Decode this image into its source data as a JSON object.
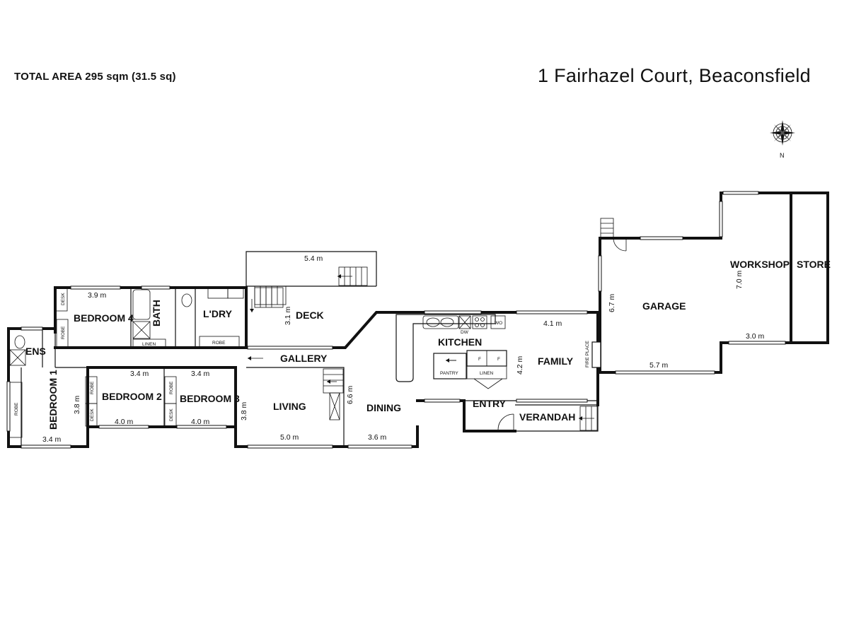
{
  "header": {
    "total_area": "TOTAL AREA 295 sqm (31.5 sq)",
    "address": "1 Fairhazel Court, Beaconsfield"
  },
  "compass": {
    "label": "N",
    "icon": "compass-rose-icon"
  },
  "rooms": {
    "bedroom4": "BEDROOM 4",
    "bath": "BATH",
    "ldry": "L'DRY",
    "deck": "DECK",
    "ens": "ENS",
    "bedroom1": "BEDROOM 1",
    "bedroom2": "BEDROOM 2",
    "bedroom3": "BEDROOM 3",
    "gallery": "GALLERY",
    "living": "LIVING",
    "dining": "DINING",
    "kitchen": "KITCHEN",
    "family": "FAMILY",
    "entry": "ENTRY",
    "verandah": "VERANDAH",
    "garage": "GARAGE",
    "workshop": "WORKSHOP",
    "store": "STORE"
  },
  "dimensions": {
    "deck_w": "5.4 m",
    "bedroom4_w": "3.9 m",
    "deck_h": "3.1 m",
    "bed2_top": "3.4 m",
    "bed3_top": "3.4 m",
    "bed1_h": "3.8 m",
    "bed1_w": "3.4 m",
    "bed2_w": "4.0 m",
    "bed3_w": "4.0 m",
    "living_h": "3.8 m",
    "living_w": "5.0 m",
    "dining_h": "6.6 m",
    "dining_w": "3.6 m",
    "kitchen_h": "4.2 m",
    "family_w": "4.1 m",
    "garage_h": "6.7 m",
    "garage_w": "5.7 m",
    "workshop_h": "7.0 m",
    "workshop_w": "3.0 m"
  },
  "labels": {
    "desk": "DESK",
    "robe": "ROBE",
    "linen": "LINEN",
    "pantry": "PANTRY",
    "dw": "DW",
    "wo": "WO",
    "fridge": "F",
    "fireplace": "FIRE PLACE"
  }
}
